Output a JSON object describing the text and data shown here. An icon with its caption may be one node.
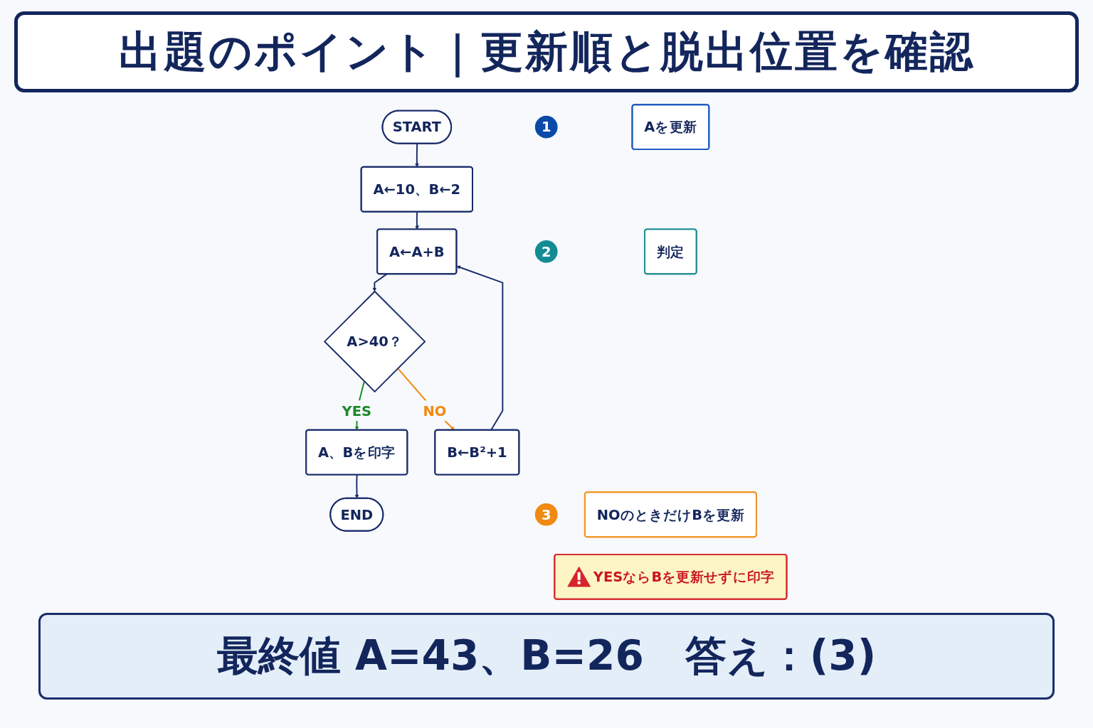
{
  "diagram": {
    "title": "出題のポイント｜更新順と脱出位置を確認",
    "nodes": [
      {
        "text": [
          "START"
        ]
      },
      {
        "text": [
          "A←10、B←2"
        ]
      },
      {
        "text": [
          "A←A+B"
        ]
      },
      {
        "text": [
          "A>40？"
        ]
      },
      {
        "text": [
          "A、Bを印字"
        ]
      },
      {
        "text": [
          "END"
        ]
      },
      {
        "text": [
          "B←B²+1"
        ]
      },
      {
        "text": [
          "1"
        ]
      },
      {
        "text": [
          "Aを更新"
        ]
      },
      {
        "text": [
          "2"
        ]
      },
      {
        "text": [
          "判定"
        ]
      },
      {
        "text": [
          "3"
        ]
      },
      {
        "text": [
          "NOのときだけBを更新"
        ]
      },
      {
        "text": [
          "YESならBを更新せずに印字"
        ]
      }
    ],
    "edges": [
      {
        "from": 0,
        "to": 1,
        "arrow": "to"
      },
      {
        "from": 1,
        "to": 2,
        "arrow": "to"
      },
      {
        "from": 2,
        "to": 3,
        "arrow": "to"
      },
      {
        "from": 3,
        "to": 4,
        "arrow": "to",
        "label": "YES",
        "color": "#1b8a2a"
      },
      {
        "from": 3,
        "to": 6,
        "arrow": "to",
        "label": "NO",
        "color": "#f08a12"
      },
      {
        "from": 4,
        "to": 5,
        "arrow": "to"
      },
      {
        "from": 6,
        "to": 2,
        "arrow": "to"
      }
    ],
    "caption": "最終値 A=43、B=26　答え：(3)"
  }
}
